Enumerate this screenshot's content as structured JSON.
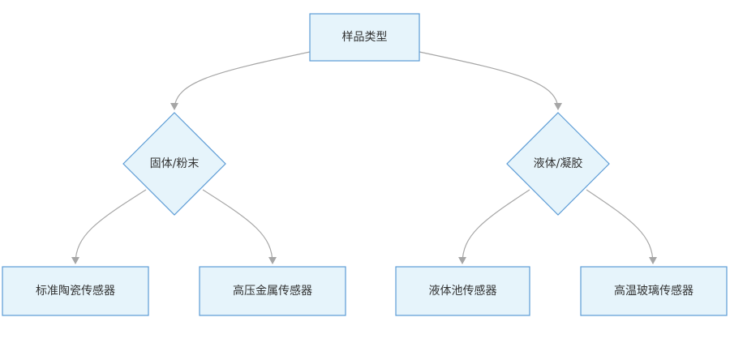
{
  "colors": {
    "node_fill": "#e6f4fb",
    "node_stroke": "#5b9bd5",
    "edge": "#a6a6a6",
    "text": "#333333"
  },
  "nodes": {
    "root": "样品类型",
    "solid": "固体/粉末",
    "liquid": "液体/凝胶",
    "standard_ceramic": "标准陶瓷传感器",
    "high_pressure_metal": "高压金属传感器",
    "liquid_cell": "液体池传感器",
    "high_temp_glass": "高温玻璃传感器"
  }
}
